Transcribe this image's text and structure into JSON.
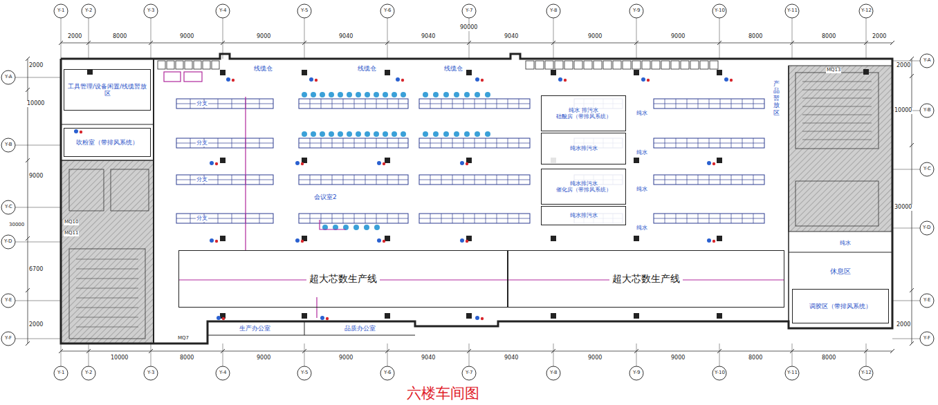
{
  "diagram": {
    "title": "六楼车间图",
    "nodes": [
      {
        "text": [
          "工具管理/设备闲置/线缆暂放区"
        ]
      },
      {
        "text": [
          "吹粉室（带排风系统）"
        ]
      },
      {
        "text": [
          "纯水 排污水",
          "硅酸房（带排风系统）"
        ]
      },
      {
        "text": [
          "纯水排污水"
        ]
      },
      {
        "text": [
          "纯水排污水",
          "催化房（带排风系统）"
        ]
      },
      {
        "text": [
          "纯水排污水"
        ]
      },
      {
        "text": [
          "超大芯数生产线"
        ]
      },
      {
        "text": [
          "超大芯数生产线"
        ]
      },
      {
        "text": [
          "产品暂放区"
        ]
      },
      {
        "text": [
          "休息区"
        ]
      },
      {
        "text": [
          "调胶区（带排风系统）"
        ]
      },
      {
        "text": [
          "生产办公室"
        ]
      },
      {
        "text": [
          "品质办公室"
        ]
      }
    ],
    "labels": [
      "线缆仓",
      "线缆仓",
      "线缆仓",
      "会议室2",
      "分支",
      "分支",
      "分支",
      "分支",
      "纯水",
      "纯水",
      "纯水",
      "纯水",
      "纯水",
      "2000",
      "8000",
      "9000",
      "9000",
      "9040",
      "9040",
      "9040",
      "9000",
      "9000",
      "8000",
      "8000",
      "2000",
      "90000",
      "10000",
      "8000",
      "9000",
      "9000",
      "9040",
      "9040",
      "9000",
      "9000",
      "8000",
      "8000",
      "2000",
      "10000",
      "9000",
      "6700",
      "2000",
      "30000",
      "2000",
      "10000",
      "30000",
      "2000",
      "Y-1",
      "Y-2",
      "Y-3",
      "Y-4",
      "Y-5",
      "Y-6",
      "Y-7",
      "Y-8",
      "Y-9",
      "Y-10",
      "Y-11",
      "Y-12",
      "Y-1",
      "Y-2",
      "Y-3",
      "Y-4",
      "Y-5",
      "Y-6",
      "Y-7",
      "Y-8",
      "Y-9",
      "Y-10",
      "Y-11",
      "Y-12",
      "Y-A",
      "Y-B",
      "Y-C",
      "Y-D",
      "Y-E",
      "Y-F",
      "Y-A",
      "Y-B",
      "Y-C",
      "Y-D",
      "Y-E",
      "Y-F",
      "MQ13",
      "MQ7",
      "MQ10",
      "MQ11"
    ]
  }
}
